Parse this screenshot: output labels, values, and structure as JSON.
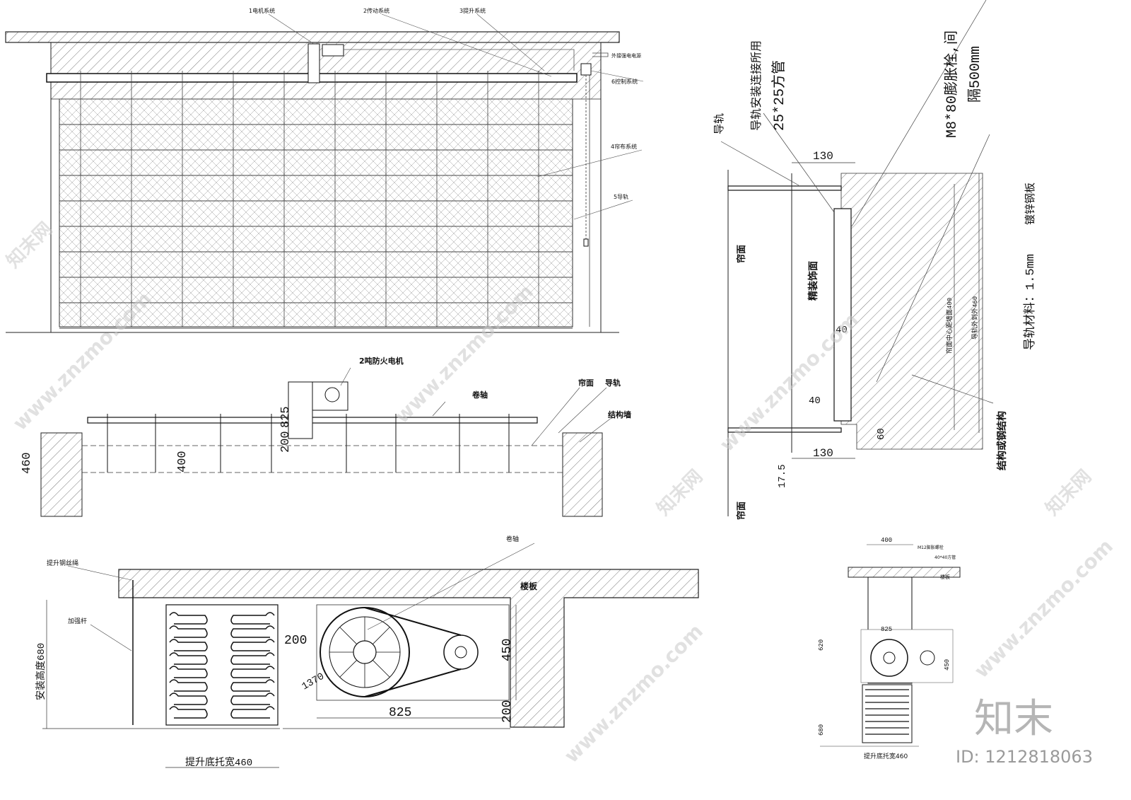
{
  "elevation": {
    "labels": [
      "1电机系统",
      "2传动系统",
      "3提升系统",
      "6控制系统",
      "4帘布系统",
      "5导轨"
    ],
    "power": "外接强电电源"
  },
  "plan": {
    "motor": "2吨防火电机",
    "shaft": "卷轴",
    "curtain": "帘面",
    "rail": "导轨",
    "wall": "结构墙",
    "dims": [
      "825",
      "200",
      "460",
      "400"
    ]
  },
  "section": {
    "rail": "导轨",
    "pipe_note": [
      "导轨安装连接所用",
      "25*25方管"
    ],
    "anchor_note": [
      "M8*80膨胀栓,间",
      "隔500mm"
    ],
    "curtain_top": "帘面",
    "curtain_bottom": "帘面",
    "finish": "精装饰面",
    "structure": "结构或钢结构",
    "material": "导轨材料：1.5mm",
    "plate": "镀锌钢板",
    "dims": [
      "130",
      "130",
      "40",
      "40",
      "60",
      "17.5"
    ],
    "vdims": [
      "帘面中心距墙面400",
      "导轨外到外460"
    ]
  },
  "detail": {
    "shaft": "卷轴",
    "floor": "楼板",
    "rope": "提升钢丝绳",
    "rod": "加强杆",
    "height": "安装高度680",
    "tray": "提升底托宽460",
    "dims": [
      "200",
      "825",
      "450",
      "200",
      "1370"
    ]
  },
  "small": {
    "floor": "楼板",
    "tray": "提升底托宽460",
    "dims": [
      "400",
      "825",
      "450",
      "620",
      "680"
    ],
    "notes": [
      "M12膨胀螺栓",
      "40*40方管"
    ]
  },
  "watermark": {
    "site": "www.znzmo.com",
    "brand": "知末",
    "brand_net": "知末网",
    "id": "ID: 1212818063"
  }
}
